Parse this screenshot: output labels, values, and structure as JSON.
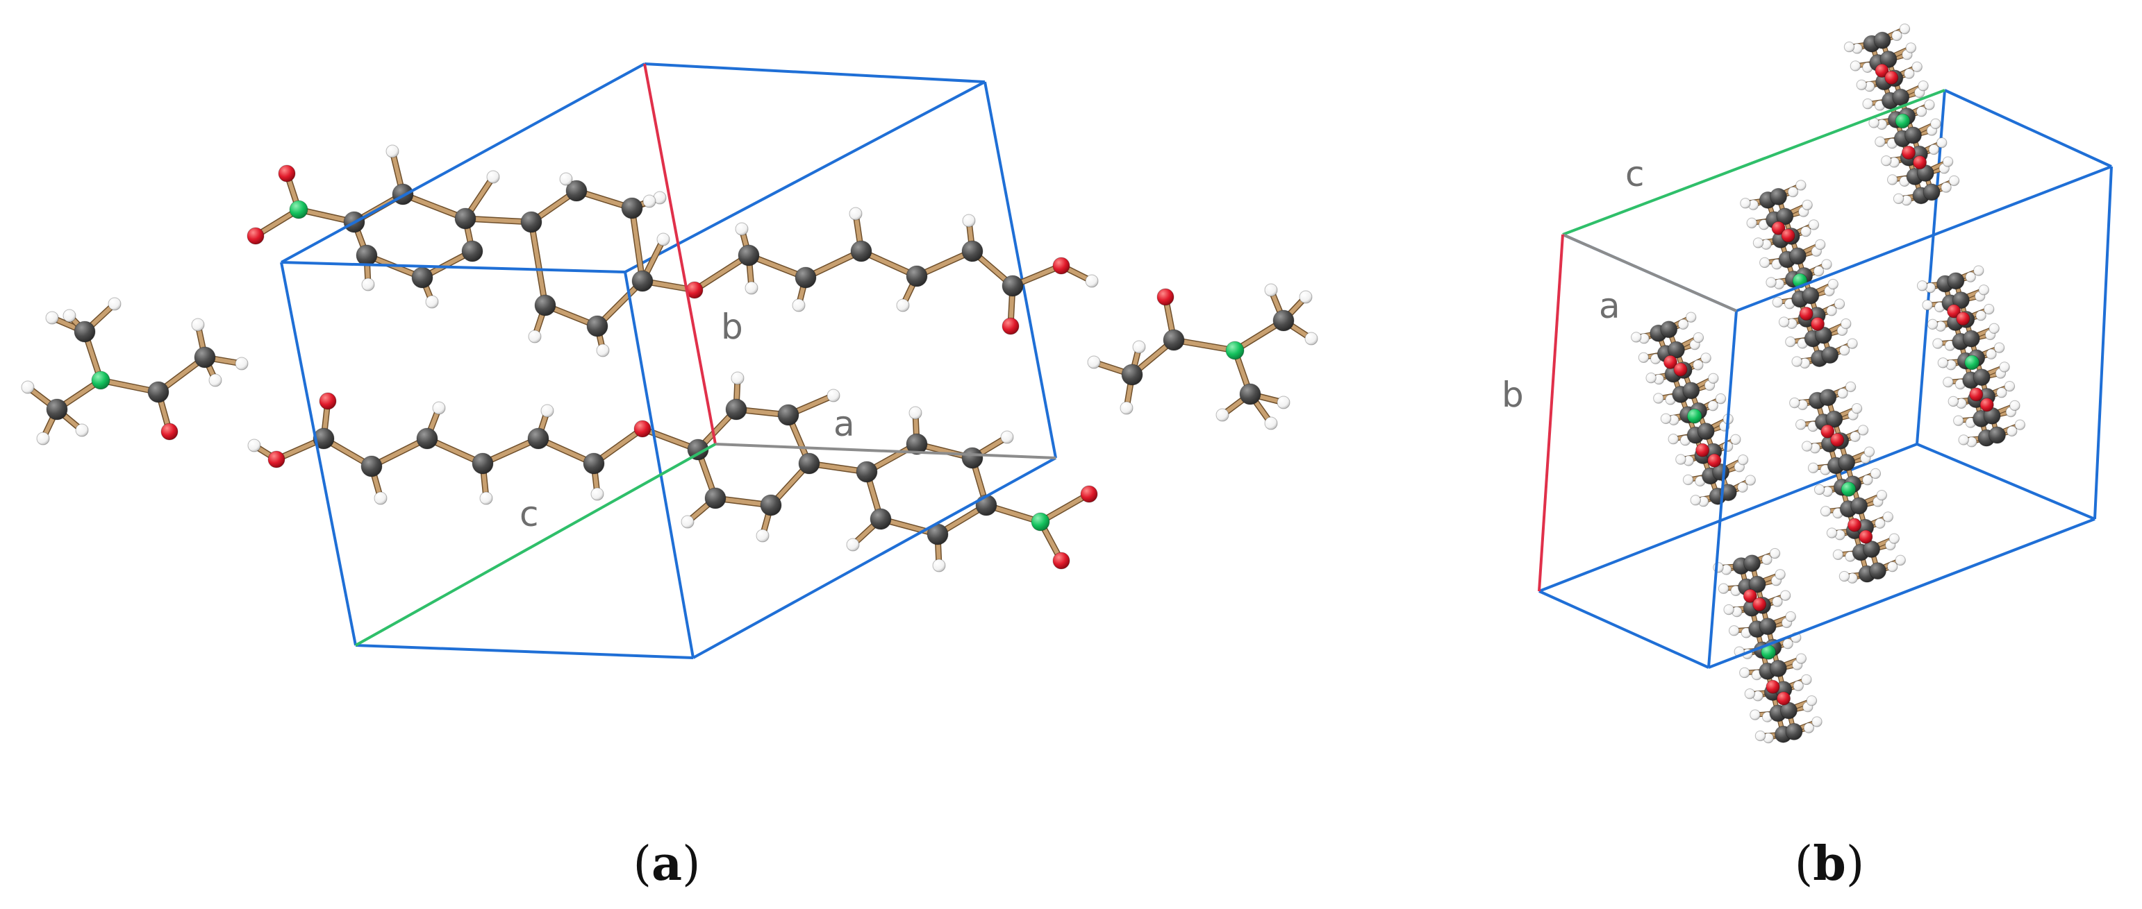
{
  "colors": {
    "cell_edge": "#1f6fd6",
    "axis_a": "#8c8c8c",
    "axis_b": "#e0304a",
    "axis_c": "#2fbf6a",
    "atom_carbon": "#4d4d4d",
    "atom_oxygen": "#e01a2b",
    "atom_nitrogen": "#14c25e",
    "atom_hydrogen": "#f4f4f4",
    "bond": "#c8a070"
  },
  "panel_a": {
    "axis_labels": {
      "a": "a",
      "b": "b",
      "c": "c"
    },
    "caption": {
      "open": "(",
      "letter": "a",
      "close": ")"
    }
  },
  "panel_b": {
    "axis_labels": {
      "a": "a",
      "b": "b",
      "c": "c"
    },
    "caption": {
      "open": "(",
      "letter": "b",
      "close": ")"
    }
  }
}
